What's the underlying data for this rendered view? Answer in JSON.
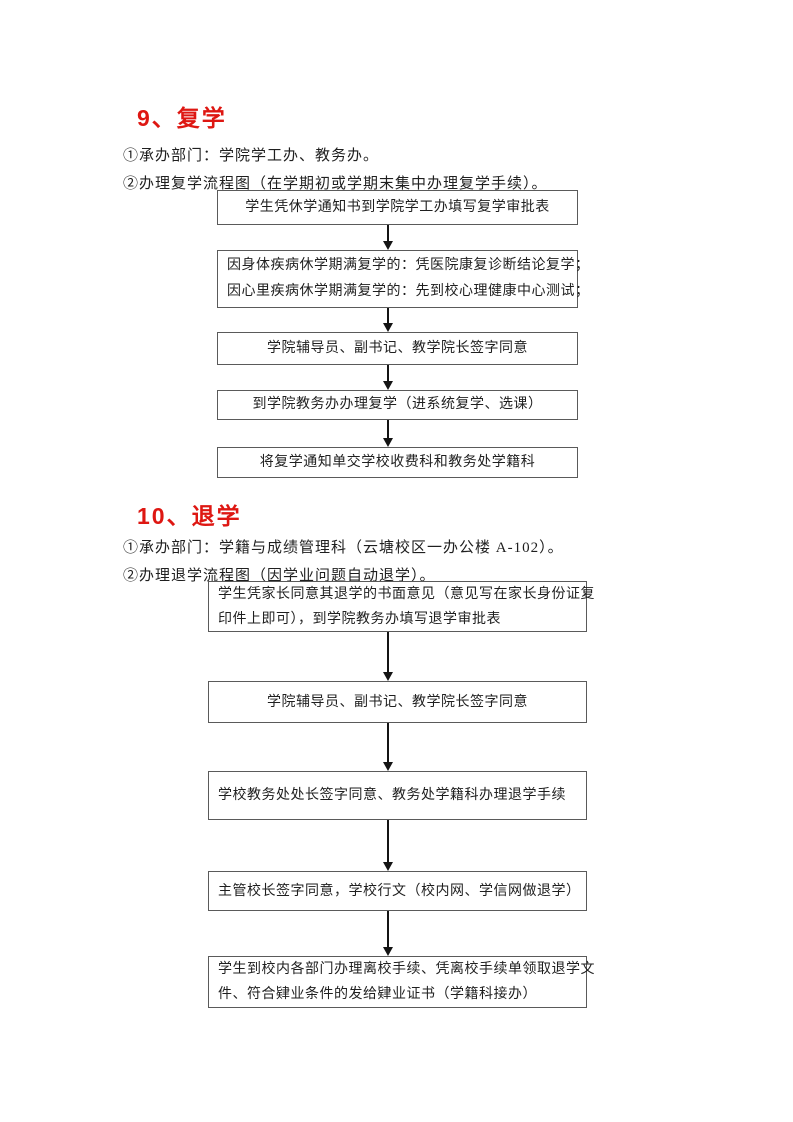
{
  "colors": {
    "heading_red": "#de1712",
    "body_text": "#1f1f1f",
    "box_border": "#5a5a5a",
    "arrow": "#141414",
    "page_background": "#ffffff"
  },
  "sections": [
    {
      "heading": "9、复学",
      "intro": [
        "①承办部门：学院学工办、教务办。",
        "②办理复学流程图（在学期初或学期末集中办理复学手续）。"
      ],
      "flowchart": {
        "boxes": [
          {
            "lines": [
              "学生凭休学通知书到学院学工办填写复学审批表"
            ]
          },
          {
            "lines": [
              "因身体疾病休学期满复学的：凭医院康复诊断结论复学；",
              "因心里疾病休学期满复学的：先到校心理健康中心测试；"
            ]
          },
          {
            "lines": [
              "学院辅导员、副书记、教学院长签字同意"
            ]
          },
          {
            "lines": [
              "到学院教务办办理复学（进系统复学、选课）"
            ]
          },
          {
            "lines": [
              "将复学通知单交学校收费科和教务处学籍科"
            ]
          }
        ]
      }
    },
    {
      "heading": "10、退学",
      "intro": [
        "①承办部门：学籍与成绩管理科（云塘校区一办公楼 A-102）。",
        "②办理退学流程图（因学业问题自动退学）。"
      ],
      "flowchart": {
        "boxes": [
          {
            "lines": [
              "学生凭家长同意其退学的书面意见（意见写在家长身份证复",
              "印件上即可），到学院教务办填写退学审批表"
            ]
          },
          {
            "lines": [
              "学院辅导员、副书记、教学院长签字同意"
            ]
          },
          {
            "lines": [
              "学校教务处处长签字同意、教务处学籍科办理退学手续"
            ]
          },
          {
            "lines": [
              "主管校长签字同意，学校行文（校内网、学信网做退学）"
            ]
          },
          {
            "lines": [
              "学生到校内各部门办理离校手续、凭离校手续单领取退学文",
              "件、符合肄业条件的发给肄业证书（学籍科接办）"
            ]
          }
        ]
      }
    }
  ]
}
